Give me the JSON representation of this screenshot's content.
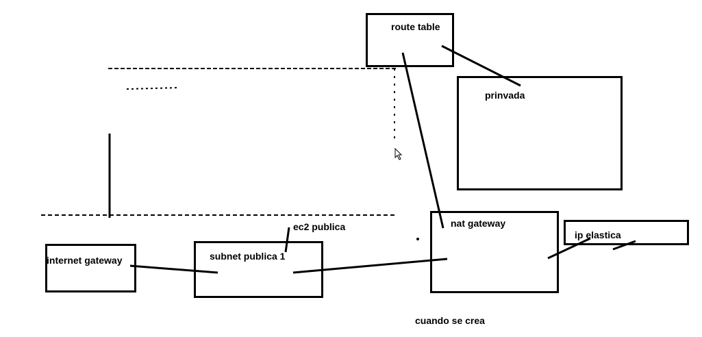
{
  "diagram": {
    "nodes": {
      "route_table": {
        "label": "route table"
      },
      "privada": {
        "label": "prinvada"
      },
      "nat_gateway": {
        "label": "nat gateway"
      },
      "ip_elastica": {
        "label": "ip elastica"
      },
      "internet_gateway": {
        "label": "internet gateway"
      },
      "subnet_publica": {
        "label": "subnet publica 1"
      }
    },
    "annotations": {
      "ec2": "ec2 publica",
      "cuando": "cuando se crea"
    },
    "colors": {
      "stroke": "#000000",
      "background": "#ffffff"
    },
    "icons": {
      "cursor": "mouse-pointer-icon"
    }
  }
}
